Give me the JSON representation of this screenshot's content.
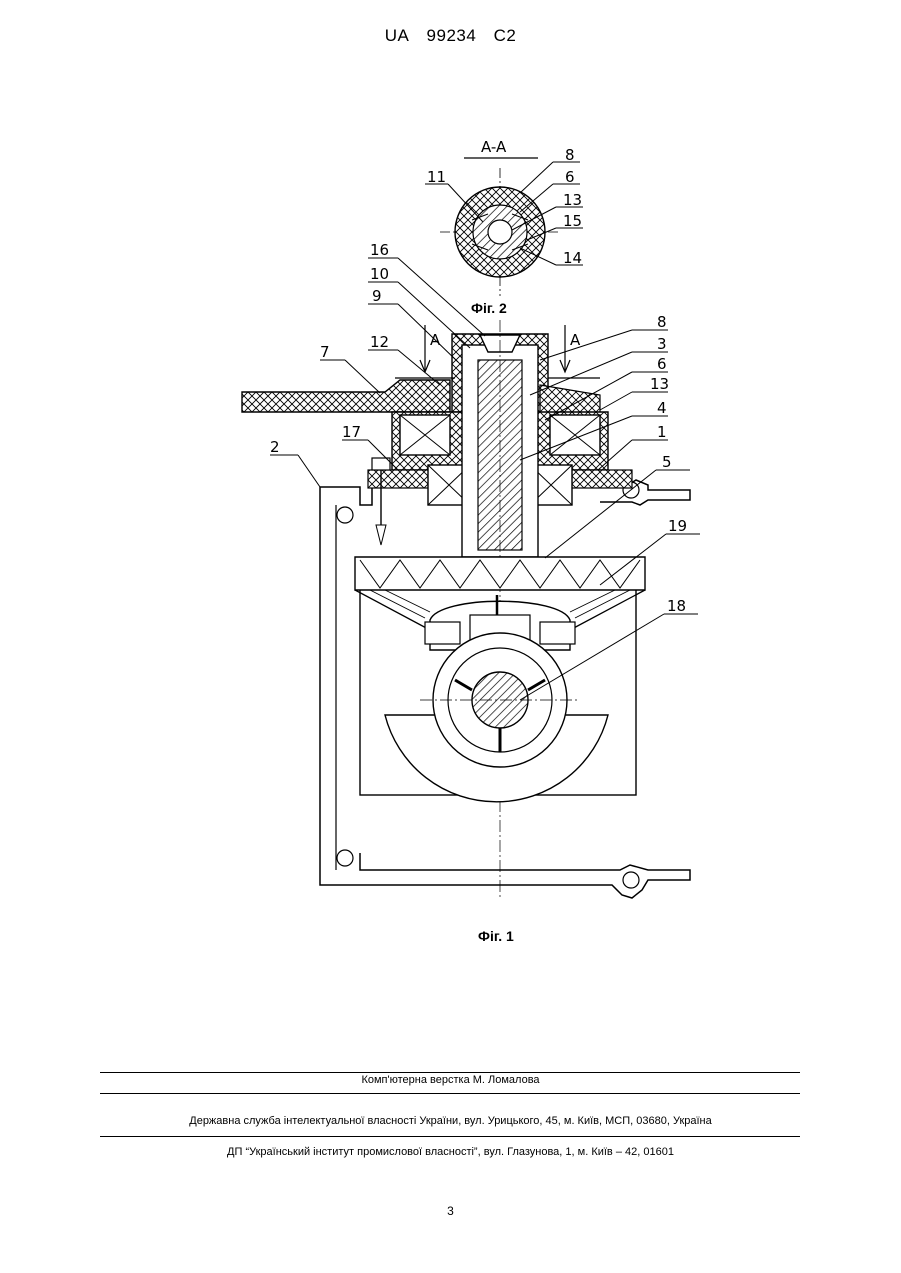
{
  "header": {
    "country": "UA",
    "number": "99234",
    "kind": "C2"
  },
  "figures": {
    "fig2": {
      "section_label": "A-A",
      "caption": "Фіг. 2",
      "labels": [
        "8",
        "6",
        "11",
        "13",
        "15",
        "14"
      ]
    },
    "fig1": {
      "caption": "Фіг. 1",
      "section_marks": [
        "A",
        "A"
      ],
      "labels": [
        "16",
        "10",
        "9",
        "8",
        "12",
        "3",
        "7",
        "6",
        "13",
        "4",
        "17",
        "1",
        "2",
        "5",
        "19",
        "18"
      ]
    }
  },
  "footer": {
    "layout_credit": "Комп'ютерна верстка М. Ломалова",
    "agency": "Державна служба інтелектуальної власності України, вул. Урицького, 45, м. Київ, МСП, 03680, Україна",
    "institute": "ДП “Український інститут промислової власності”, вул. Глазунова, 1, м. Київ – 42, 01601",
    "page_number": "3"
  }
}
